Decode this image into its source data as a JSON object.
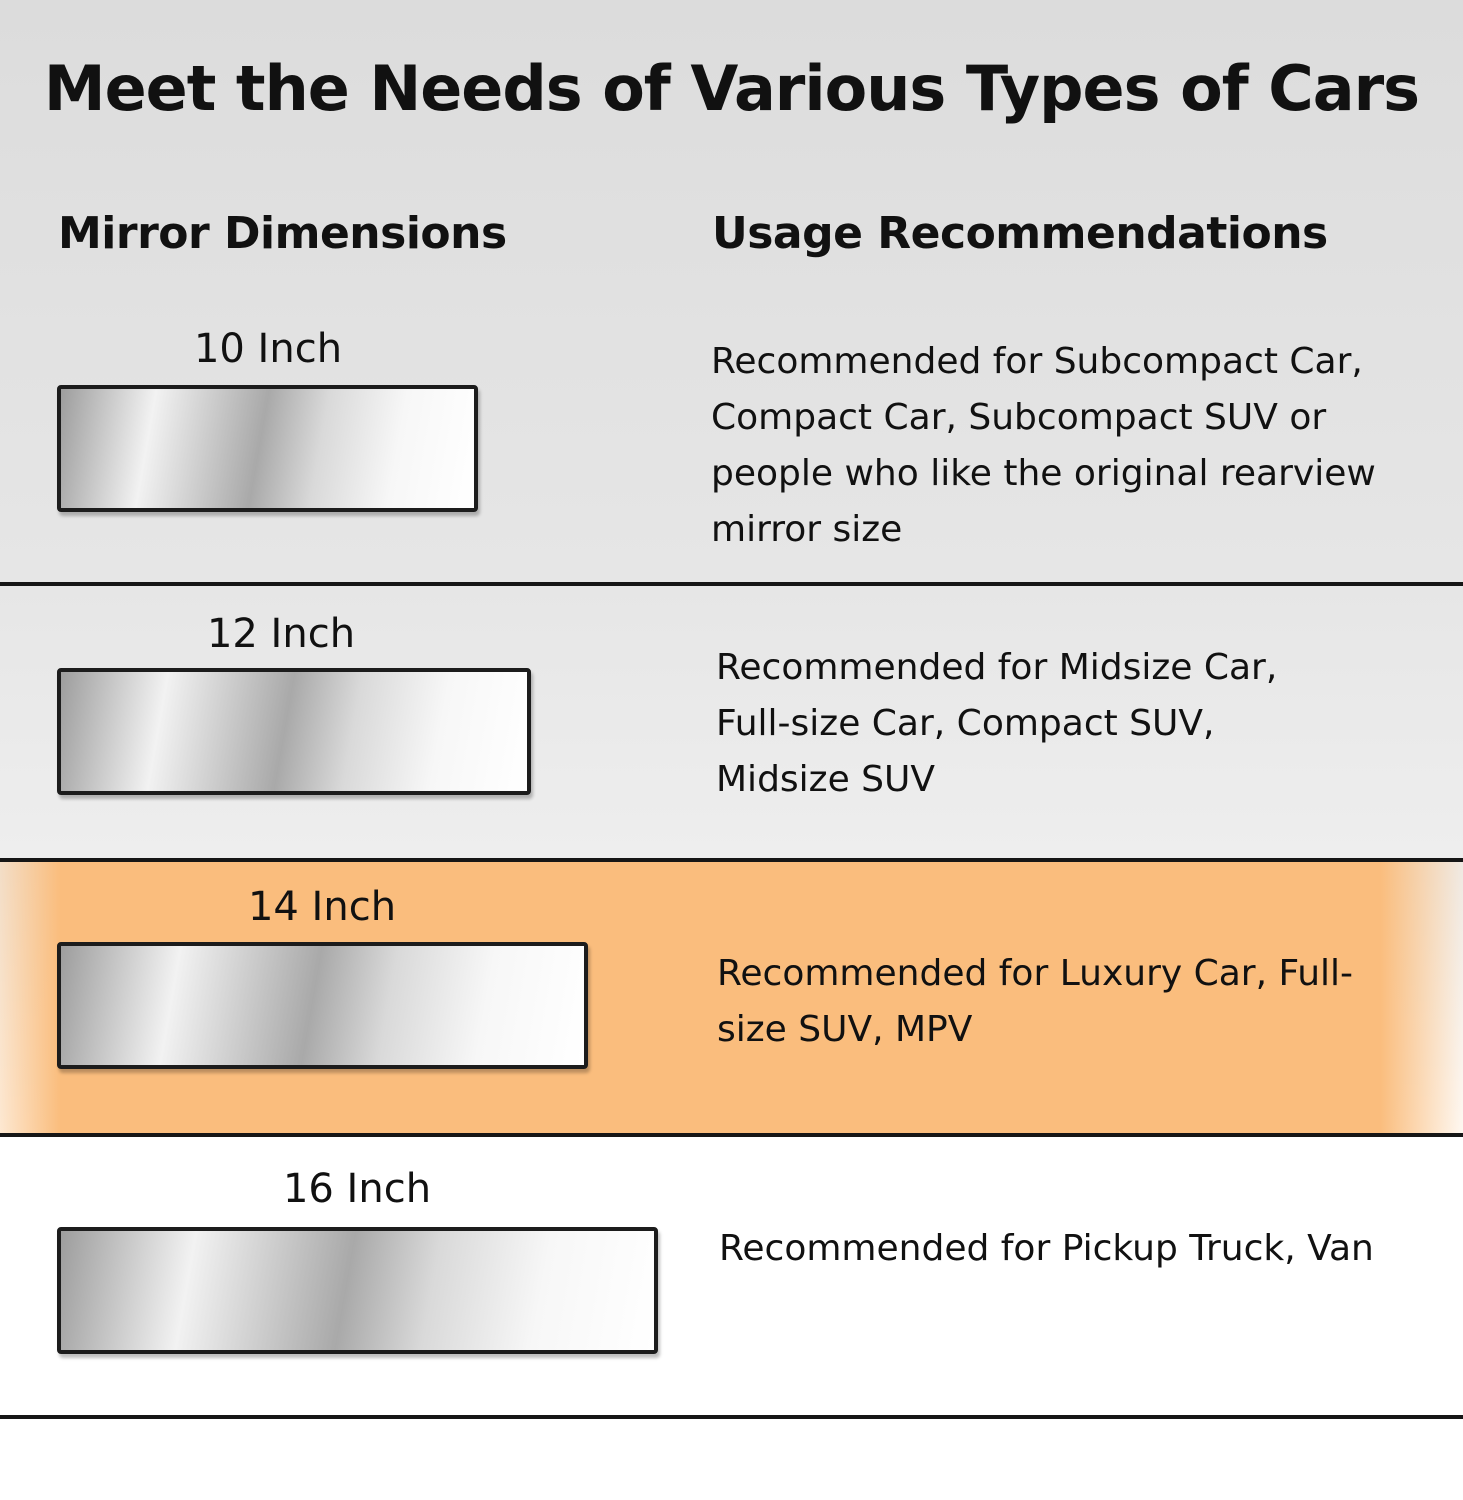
{
  "title": "Meet the Needs of Various Types of Cars",
  "columns": {
    "left": "Mirror Dimensions",
    "right": "Usage Recommendations"
  },
  "rows": [
    {
      "size": "10 Inch",
      "recommendation": "Recommended for Subcompact Car, Compact Car, Subcompact SUV or people who like the original rearview mirror size",
      "highlighted": false
    },
    {
      "size": "12 Inch",
      "recommendation": "Recommended for Midsize Car, Full-size Car, Compact SUV, Midsize SUV",
      "highlighted": false
    },
    {
      "size": "14 Inch",
      "recommendation": "Recommended for Luxury Car, Full-size SUV, MPV",
      "highlighted": true,
      "highlight_color": "#fabd7d"
    },
    {
      "size": "16 Inch",
      "recommendation": "Recommended for Pickup Truck, Van",
      "highlighted": false
    }
  ]
}
